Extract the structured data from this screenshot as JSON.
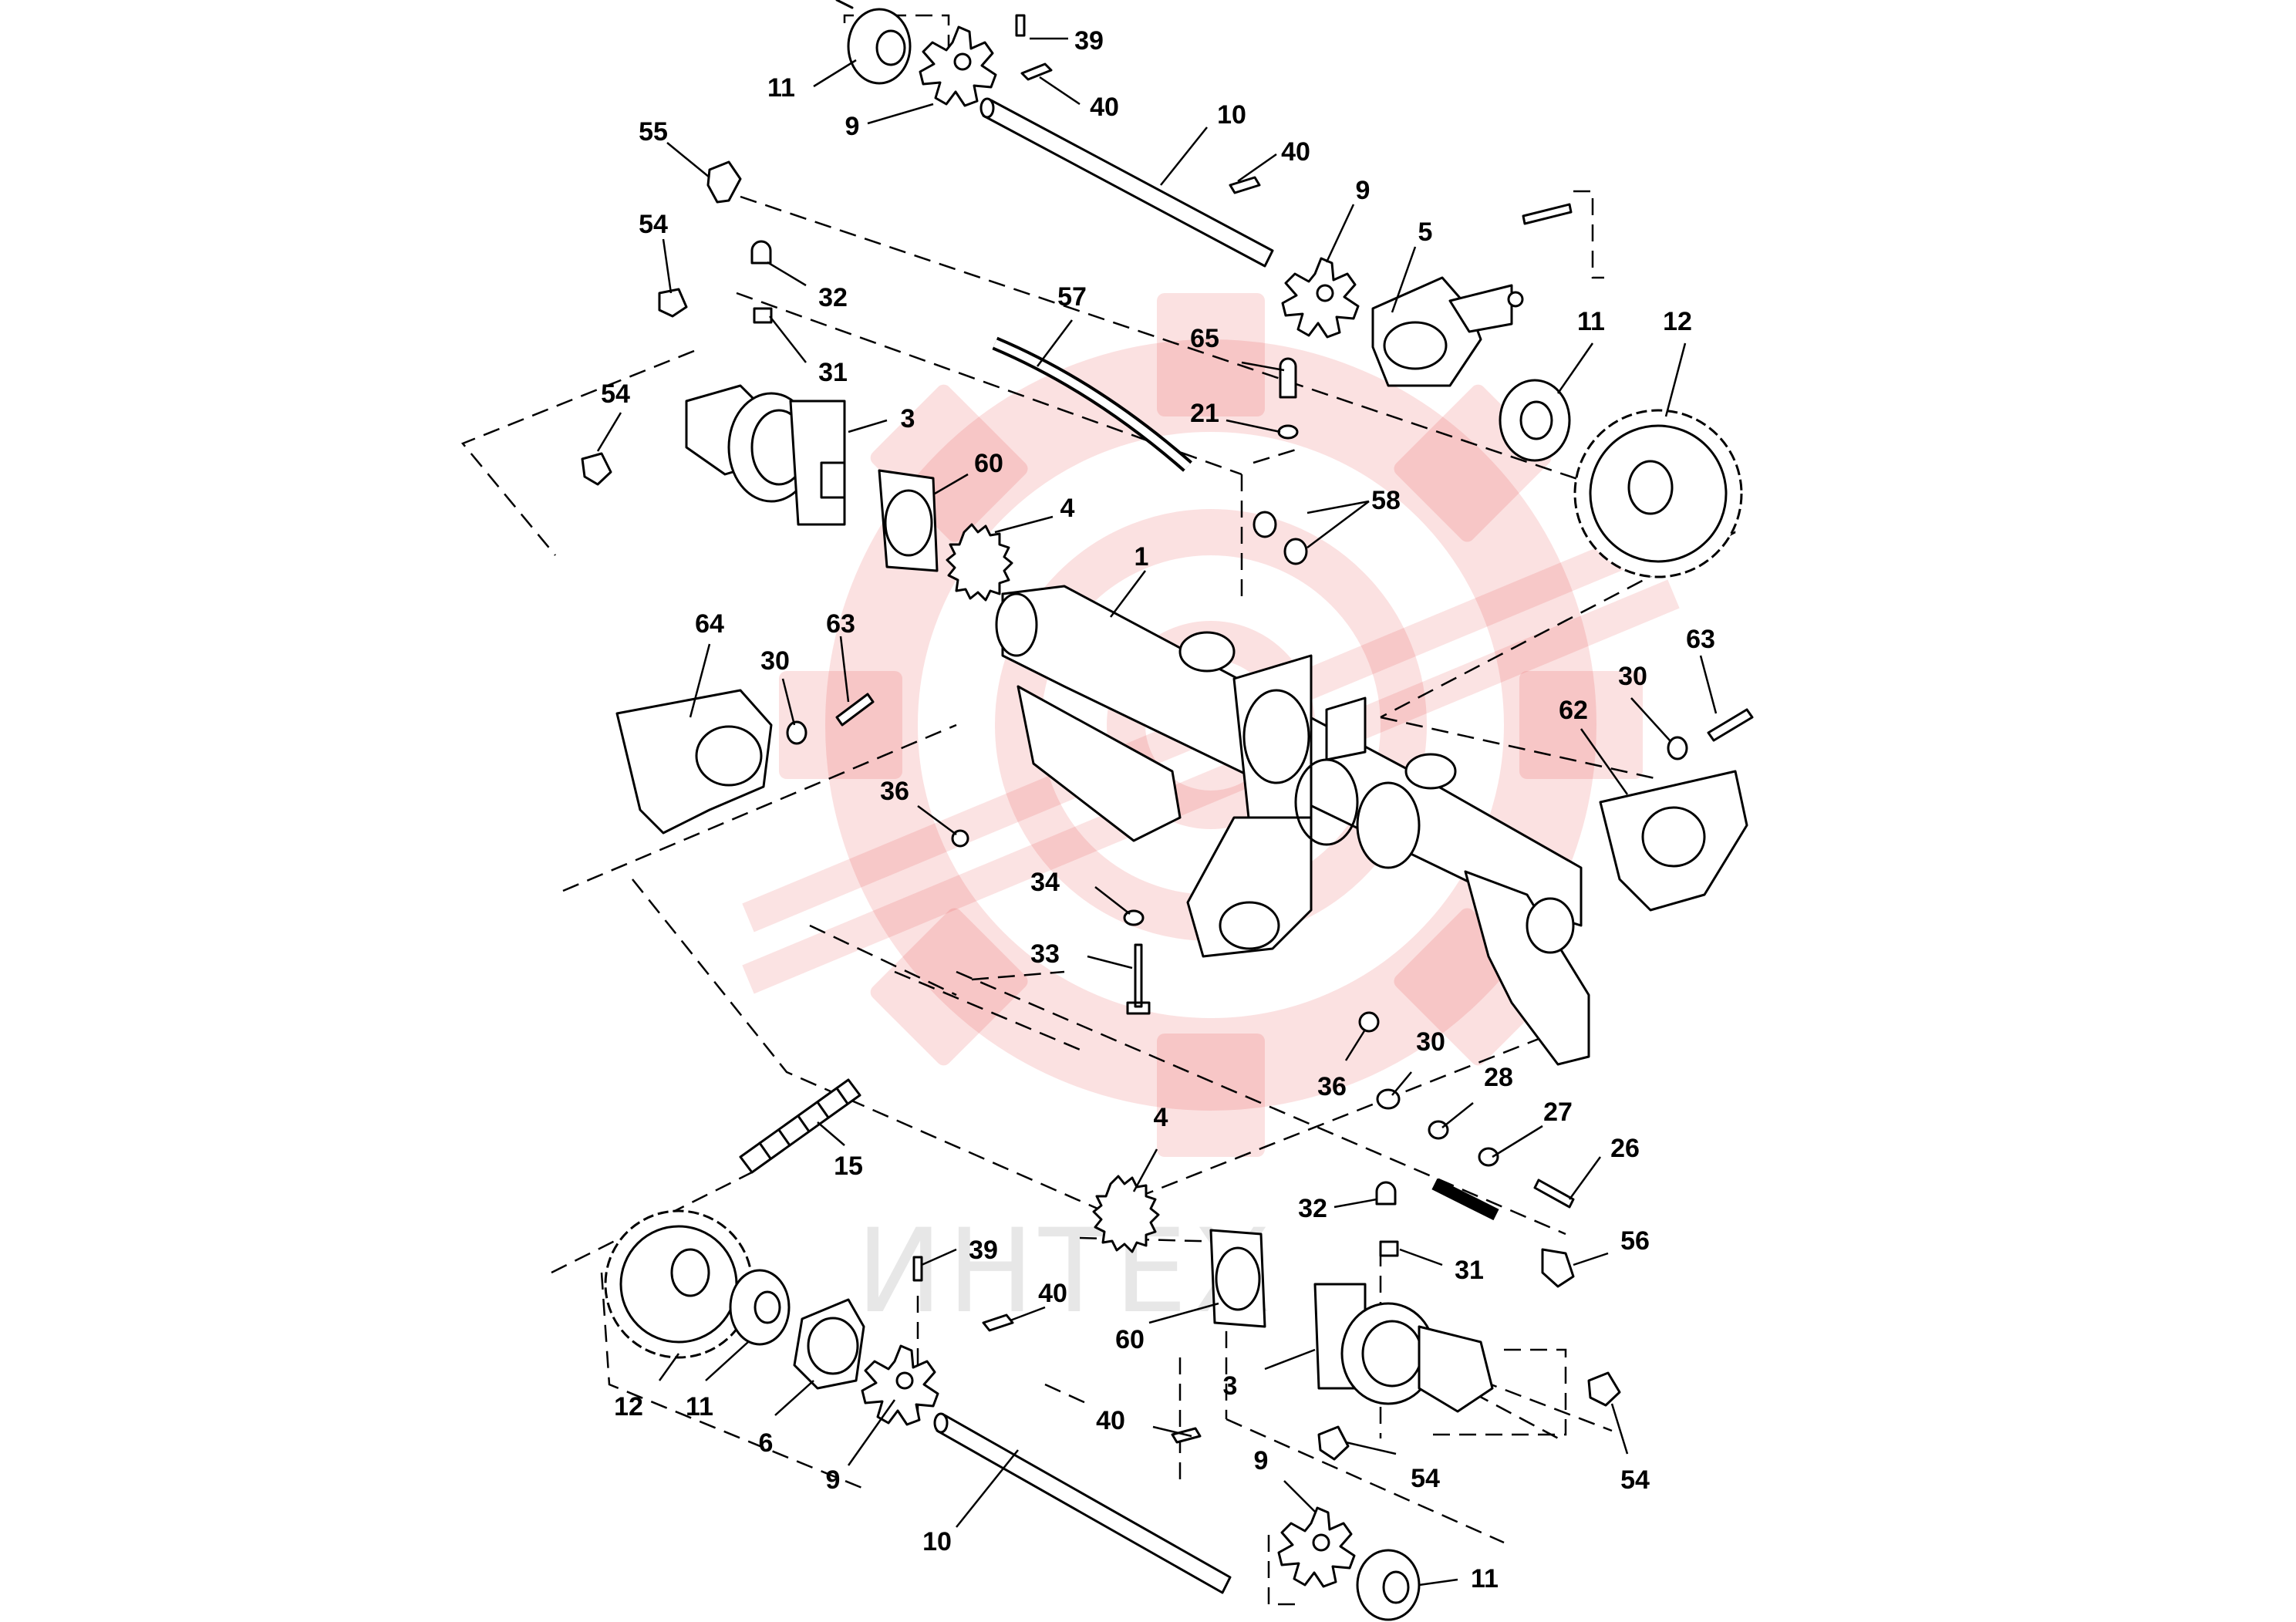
{
  "watermark": {
    "text": "ИНТЕХ",
    "logo": "gear-emblem",
    "color": "#e21b1b"
  },
  "callouts": [
    {
      "id": "c39a",
      "label": "39"
    },
    {
      "id": "c11a",
      "label": "11"
    },
    {
      "id": "c40a",
      "label": "40"
    },
    {
      "id": "c9a",
      "label": "9"
    },
    {
      "id": "c10a",
      "label": "10"
    },
    {
      "id": "c55",
      "label": "55"
    },
    {
      "id": "c40b",
      "label": "40"
    },
    {
      "id": "c9b",
      "label": "9"
    },
    {
      "id": "c54a",
      "label": "54"
    },
    {
      "id": "c32a",
      "label": "32"
    },
    {
      "id": "c5",
      "label": "5"
    },
    {
      "id": "c57",
      "label": "57"
    },
    {
      "id": "c31a",
      "label": "31"
    },
    {
      "id": "c65",
      "label": "65"
    },
    {
      "id": "c11b",
      "label": "11"
    },
    {
      "id": "c12a",
      "label": "12"
    },
    {
      "id": "c54b",
      "label": "54"
    },
    {
      "id": "c3a",
      "label": "3"
    },
    {
      "id": "c21",
      "label": "21"
    },
    {
      "id": "c60a",
      "label": "60"
    },
    {
      "id": "c58",
      "label": "58"
    },
    {
      "id": "c4a",
      "label": "4"
    },
    {
      "id": "c1",
      "label": "1"
    },
    {
      "id": "c64",
      "label": "64"
    },
    {
      "id": "c63a",
      "label": "63"
    },
    {
      "id": "c30a",
      "label": "30"
    },
    {
      "id": "c63b",
      "label": "63"
    },
    {
      "id": "c30b",
      "label": "30"
    },
    {
      "id": "c62",
      "label": "62"
    },
    {
      "id": "c36a",
      "label": "36"
    },
    {
      "id": "c34",
      "label": "34"
    },
    {
      "id": "c33",
      "label": "33"
    },
    {
      "id": "c30c",
      "label": "30"
    },
    {
      "id": "c36b",
      "label": "36"
    },
    {
      "id": "c28",
      "label": "28"
    },
    {
      "id": "c4b",
      "label": "4"
    },
    {
      "id": "c27",
      "label": "27"
    },
    {
      "id": "c26",
      "label": "26"
    },
    {
      "id": "c15",
      "label": "15"
    },
    {
      "id": "c32b",
      "label": "32"
    },
    {
      "id": "c56",
      "label": "56"
    },
    {
      "id": "c31b",
      "label": "31"
    },
    {
      "id": "c39b",
      "label": "39"
    },
    {
      "id": "c40c",
      "label": "40"
    },
    {
      "id": "c60b",
      "label": "60"
    },
    {
      "id": "c3b",
      "label": "3"
    },
    {
      "id": "c12b",
      "label": "12"
    },
    {
      "id": "c11c",
      "label": "11"
    },
    {
      "id": "c6",
      "label": "6"
    },
    {
      "id": "c40d",
      "label": "40"
    },
    {
      "id": "c9c",
      "label": "9"
    },
    {
      "id": "c54c",
      "label": "54"
    },
    {
      "id": "c54d",
      "label": "54"
    },
    {
      "id": "c9d",
      "label": "9"
    },
    {
      "id": "c10b",
      "label": "10"
    },
    {
      "id": "c11d",
      "label": "11"
    }
  ]
}
